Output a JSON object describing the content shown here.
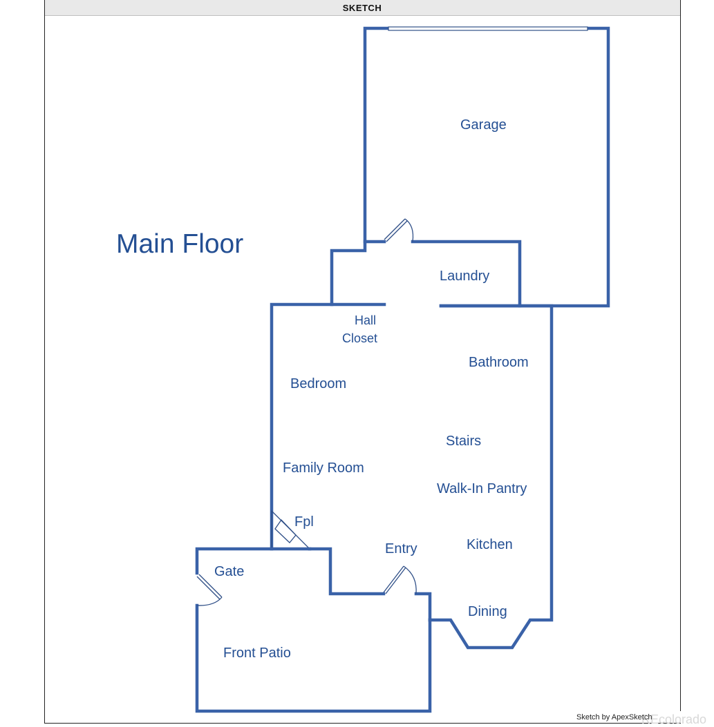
{
  "header": {
    "title": "SKETCH"
  },
  "floor_title": "Main Floor",
  "rooms": {
    "garage": "Garage",
    "laundry": "Laundry",
    "hall": "Hall",
    "closet": "Closet",
    "bathroom": "Bathroom",
    "bedroom": "Bedroom",
    "stairs": "Stairs",
    "family_room": "Family Room",
    "walk_in_pantry": "Walk-In Pantry",
    "fpl": "Fpl",
    "entry": "Entry",
    "kitchen": "Kitchen",
    "gate": "Gate",
    "dining": "Dining",
    "front_patio": "Front Patio"
  },
  "footer": {
    "credit": "Sketch by ApexSketch",
    "watermark": "REcolorado"
  },
  "colors": {
    "wall": "#3a62a8",
    "label": "#244f93"
  }
}
